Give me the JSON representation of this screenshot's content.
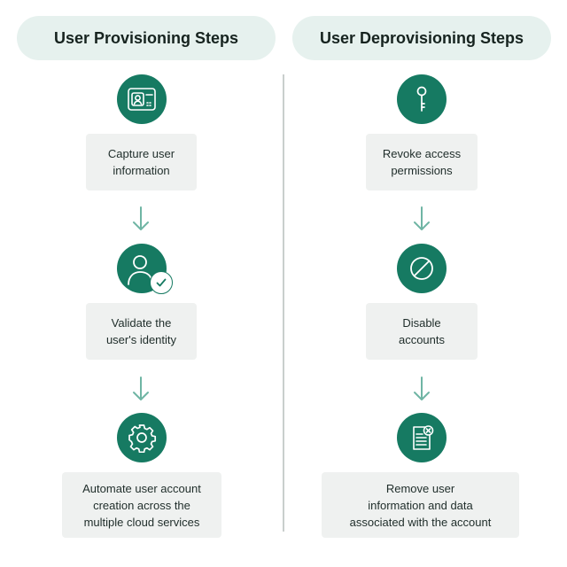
{
  "provisioning": {
    "title": "User Provisioning Steps",
    "steps": [
      {
        "icon": "id-card-icon",
        "label": "Capture user\ninformation"
      },
      {
        "icon": "user-check-icon",
        "label": "Validate the\nuser's identity"
      },
      {
        "icon": "gear-icon",
        "label": "Automate user account\ncreation across the\nmultiple cloud services"
      }
    ]
  },
  "deprovisioning": {
    "title": "User Deprovisioning Steps",
    "steps": [
      {
        "icon": "key-icon",
        "label": "Revoke access\npermissions"
      },
      {
        "icon": "prohibited-icon",
        "label": "Disable\naccounts"
      },
      {
        "icon": "document-remove-icon",
        "label": "Remove user\ninformation and data\nassociated with the account"
      }
    ]
  },
  "colors": {
    "accent": "#167a62",
    "pill": "#e6f1ee",
    "box": "#eff1f0",
    "arrow": "#6fb5a4"
  }
}
